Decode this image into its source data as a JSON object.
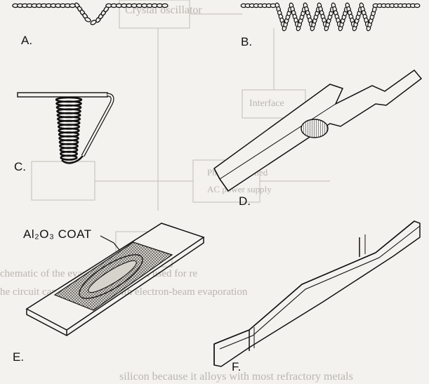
{
  "panels": [
    {
      "id": "A",
      "label": "A."
    },
    {
      "id": "B",
      "label": "B."
    },
    {
      "id": "C",
      "label": "C."
    },
    {
      "id": "D",
      "label": "D."
    },
    {
      "id": "E",
      "label": "E."
    },
    {
      "id": "F",
      "label": "F."
    }
  ],
  "annotations": {
    "coat_label": "Al₂O₃ COAT"
  },
  "bleed_through_text": {
    "top_middle": "Crystal oscillator",
    "interface": "Interface",
    "phase_control": "Phase controlled",
    "power_supply": "AC power supply",
    "caption_line_1": "chematic of the evaporation control used for re",
    "caption_line_2": "he circuit can also be used with electron-beam evaporation",
    "bottom_line": "silicon because it alloys with most refractory metals"
  },
  "colors": {
    "ink": "#111111",
    "paper": "#f4f2ee",
    "bleed": "#b9b6b0"
  }
}
